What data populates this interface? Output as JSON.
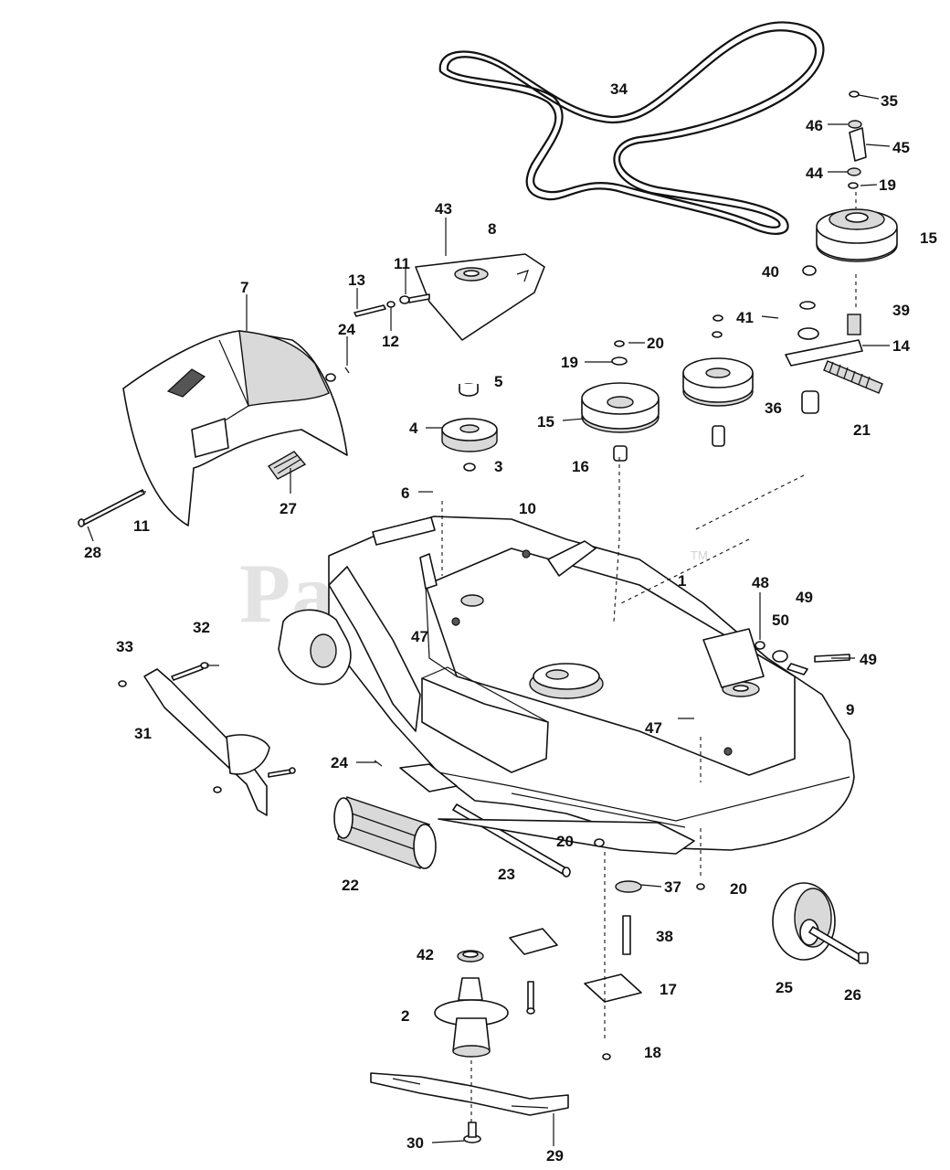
{
  "watermark": {
    "text": "PartsTree",
    "trademark": "TM"
  },
  "callouts": [
    {
      "id": "c34",
      "label": "34"
    },
    {
      "id": "c35",
      "label": "35"
    },
    {
      "id": "c46",
      "label": "46"
    },
    {
      "id": "c45",
      "label": "45"
    },
    {
      "id": "c44",
      "label": "44"
    },
    {
      "id": "c19a",
      "label": "19"
    },
    {
      "id": "c15a",
      "label": "15"
    },
    {
      "id": "c43",
      "label": "43"
    },
    {
      "id": "c8",
      "label": "8"
    },
    {
      "id": "c40",
      "label": "40"
    },
    {
      "id": "c39",
      "label": "39"
    },
    {
      "id": "c7",
      "label": "7"
    },
    {
      "id": "c13",
      "label": "13"
    },
    {
      "id": "c11a",
      "label": "11"
    },
    {
      "id": "c24a",
      "label": "24"
    },
    {
      "id": "c12",
      "label": "12"
    },
    {
      "id": "c41",
      "label": "41"
    },
    {
      "id": "c14",
      "label": "14"
    },
    {
      "id": "c20a",
      "label": "20"
    },
    {
      "id": "c19b",
      "label": "19"
    },
    {
      "id": "c5",
      "label": "5"
    },
    {
      "id": "c4",
      "label": "4"
    },
    {
      "id": "c15b",
      "label": "15"
    },
    {
      "id": "c36",
      "label": "36"
    },
    {
      "id": "c21",
      "label": "21"
    },
    {
      "id": "c3",
      "label": "3"
    },
    {
      "id": "c16",
      "label": "16"
    },
    {
      "id": "c27",
      "label": "27"
    },
    {
      "id": "c6",
      "label": "6"
    },
    {
      "id": "c10",
      "label": "10"
    },
    {
      "id": "c11b",
      "label": "11"
    },
    {
      "id": "c28",
      "label": "28"
    },
    {
      "id": "c1",
      "label": "1"
    },
    {
      "id": "c48",
      "label": "48"
    },
    {
      "id": "c49a",
      "label": "49"
    },
    {
      "id": "c32",
      "label": "32"
    },
    {
      "id": "c50",
      "label": "50"
    },
    {
      "id": "c33",
      "label": "33"
    },
    {
      "id": "c47a",
      "label": "47"
    },
    {
      "id": "c49b",
      "label": "49"
    },
    {
      "id": "c9",
      "label": "9"
    },
    {
      "id": "c31",
      "label": "31"
    },
    {
      "id": "c47b",
      "label": "47"
    },
    {
      "id": "c24b",
      "label": "24"
    },
    {
      "id": "c20b",
      "label": "20"
    },
    {
      "id": "c22",
      "label": "22"
    },
    {
      "id": "c23",
      "label": "23"
    },
    {
      "id": "c37",
      "label": "37"
    },
    {
      "id": "c20c",
      "label": "20"
    },
    {
      "id": "c38",
      "label": "38"
    },
    {
      "id": "c42",
      "label": "42"
    },
    {
      "id": "c25",
      "label": "25"
    },
    {
      "id": "c26",
      "label": "26"
    },
    {
      "id": "c17",
      "label": "17"
    },
    {
      "id": "c2",
      "label": "2"
    },
    {
      "id": "c18",
      "label": "18"
    },
    {
      "id": "c30",
      "label": "30"
    },
    {
      "id": "c29",
      "label": "29"
    }
  ]
}
